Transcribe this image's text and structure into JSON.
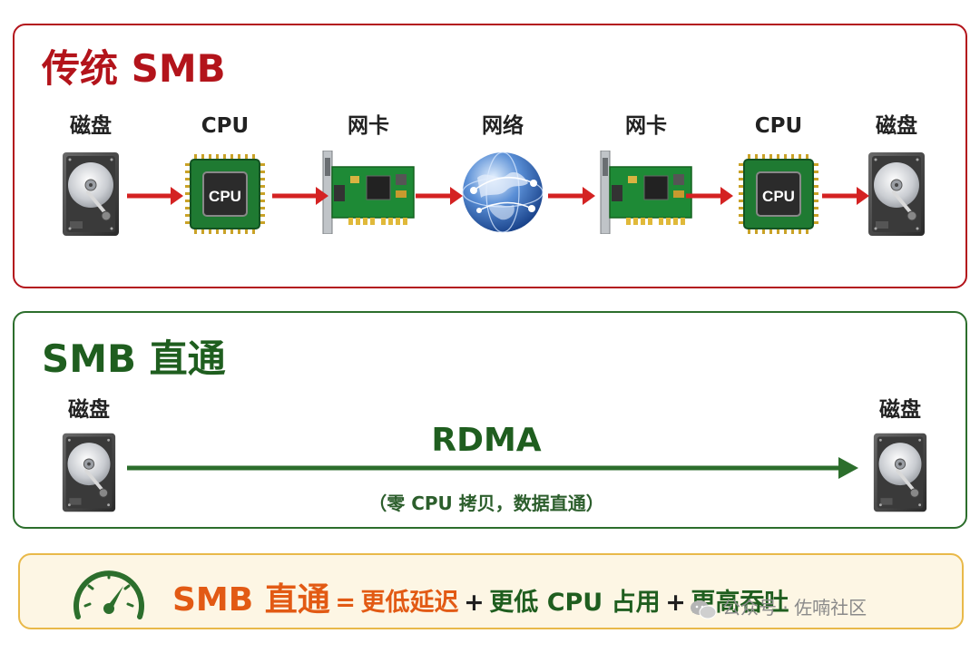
{
  "traditional": {
    "title": "传统 SMB",
    "nodes": [
      {
        "label": "磁盘",
        "icon": "hard-disk-icon"
      },
      {
        "label": "CPU",
        "icon": "cpu-chip-icon",
        "chip_text": "CPU"
      },
      {
        "label": "网卡",
        "icon": "network-card-icon"
      },
      {
        "label": "网络",
        "icon": "globe-network-icon"
      },
      {
        "label": "网卡",
        "icon": "network-card-icon"
      },
      {
        "label": "CPU",
        "icon": "cpu-chip-icon",
        "chip_text": "CPU"
      },
      {
        "label": "磁盘",
        "icon": "hard-disk-icon"
      }
    ],
    "accent": "#b3141b",
    "arrow_color": "#d42222"
  },
  "direct": {
    "title": "SMB 直通",
    "left_label": "磁盘",
    "right_label": "磁盘",
    "link_label": "RDMA",
    "link_note": "（零 CPU 拷贝，数据直通）",
    "accent": "#1f5e1f"
  },
  "summary": {
    "title": "SMB 直通",
    "equals": "=",
    "benefit_1": "更低延迟",
    "plus": "+",
    "benefit_2": "更低 CPU 占用",
    "benefit_3": "更高吞吐",
    "icon": "speedometer-icon",
    "accent": "#e25a14"
  },
  "watermark": {
    "text": "公众号 · 佐喃社区",
    "icon": "wechat-icon"
  }
}
